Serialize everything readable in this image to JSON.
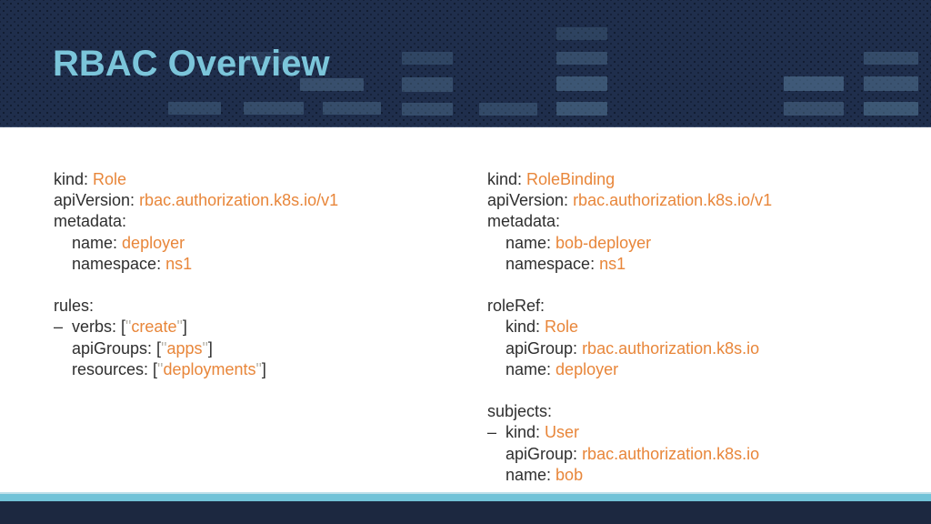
{
  "header": {
    "title": "RBAC Overview"
  },
  "colors": {
    "header_bg": "#1f2e4c",
    "title_text": "#7bc5da",
    "key_text": "#2f2f2f",
    "value_text": "#e8863a",
    "quote_text": "#b8b4aa",
    "footer_pale_line": "#bfdfe9",
    "footer_teal_bar": "#72c3d8",
    "footer_navy_bar": "#1c2840"
  },
  "code_blocks": [
    {
      "id": "role-yaml",
      "lines": [
        [
          {
            "t": "kind: ",
            "c": "key"
          },
          {
            "t": "Role",
            "c": "val"
          }
        ],
        [
          {
            "t": "apiVersion: ",
            "c": "key"
          },
          {
            "t": "rbac.authorization.k8s.io/v1",
            "c": "val"
          }
        ],
        [
          {
            "t": "metadata:",
            "c": "key"
          }
        ],
        [
          {
            "t": "    name: ",
            "c": "key"
          },
          {
            "t": "deployer",
            "c": "val"
          }
        ],
        [
          {
            "t": "    namespace: ",
            "c": "key"
          },
          {
            "t": "ns1",
            "c": "val"
          }
        ],
        [],
        [
          {
            "t": "rules:",
            "c": "key"
          }
        ],
        [
          {
            "t": "–  verbs: [",
            "c": "key"
          },
          {
            "t": "\"",
            "c": "q"
          },
          {
            "t": "create",
            "c": "val"
          },
          {
            "t": "\"",
            "c": "q"
          },
          {
            "t": "]",
            "c": "key"
          }
        ],
        [
          {
            "t": "    apiGroups: [",
            "c": "key"
          },
          {
            "t": "\"",
            "c": "q"
          },
          {
            "t": "apps",
            "c": "val"
          },
          {
            "t": "\"",
            "c": "q"
          },
          {
            "t": "]",
            "c": "key"
          }
        ],
        [
          {
            "t": "    resources: [",
            "c": "key"
          },
          {
            "t": "\"",
            "c": "q"
          },
          {
            "t": "deployments",
            "c": "val"
          },
          {
            "t": "\"",
            "c": "q"
          },
          {
            "t": "]",
            "c": "key"
          }
        ]
      ]
    },
    {
      "id": "rolebinding-yaml",
      "lines": [
        [
          {
            "t": "kind: ",
            "c": "key"
          },
          {
            "t": "RoleBinding",
            "c": "val"
          }
        ],
        [
          {
            "t": "apiVersion: ",
            "c": "key"
          },
          {
            "t": "rbac.authorization.k8s.io/v1",
            "c": "val"
          }
        ],
        [
          {
            "t": "metadata:",
            "c": "key"
          }
        ],
        [
          {
            "t": "    name: ",
            "c": "key"
          },
          {
            "t": "bob-deployer",
            "c": "val"
          }
        ],
        [
          {
            "t": "    namespace: ",
            "c": "key"
          },
          {
            "t": "ns1",
            "c": "val"
          }
        ],
        [],
        [
          {
            "t": "roleRef:",
            "c": "key"
          }
        ],
        [
          {
            "t": "    kind: ",
            "c": "key"
          },
          {
            "t": "Role",
            "c": "val"
          }
        ],
        [
          {
            "t": "    apiGroup: ",
            "c": "key"
          },
          {
            "t": "rbac.authorization.k8s.io",
            "c": "val"
          }
        ],
        [
          {
            "t": "    name: ",
            "c": "key"
          },
          {
            "t": "deployer",
            "c": "val"
          }
        ],
        [],
        [
          {
            "t": "subjects:",
            "c": "key"
          }
        ],
        [
          {
            "t": "–  kind: ",
            "c": "key"
          },
          {
            "t": "User",
            "c": "val"
          }
        ],
        [
          {
            "t": "    apiGroup: ",
            "c": "key"
          },
          {
            "t": "rbac.authorization.k8s.io",
            "c": "val"
          }
        ],
        [
          {
            "t": "    name: ",
            "c": "key"
          },
          {
            "t": "bob",
            "c": "val"
          }
        ]
      ]
    }
  ]
}
